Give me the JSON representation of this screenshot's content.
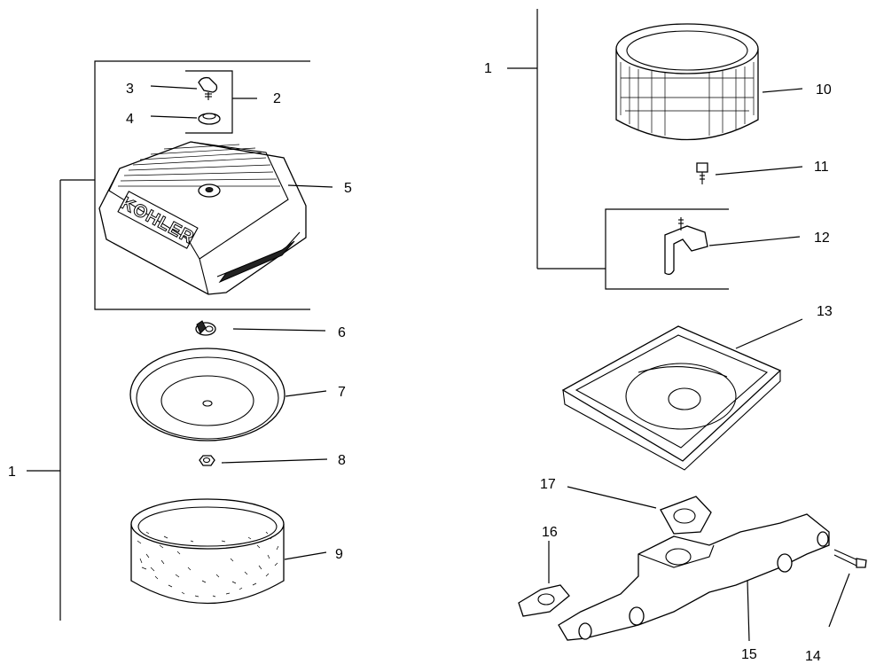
{
  "callouts": {
    "c1_left": "1",
    "c1_right": "1",
    "c2": "2",
    "c3": "3",
    "c4": "4",
    "c5": "5",
    "c6": "6",
    "c7": "7",
    "c8": "8",
    "c9": "9",
    "c10": "10",
    "c11": "11",
    "c12": "12",
    "c13": "13",
    "c14": "14",
    "c15": "15",
    "c16": "16",
    "c17": "17"
  },
  "brand_mark": "KOHLER"
}
